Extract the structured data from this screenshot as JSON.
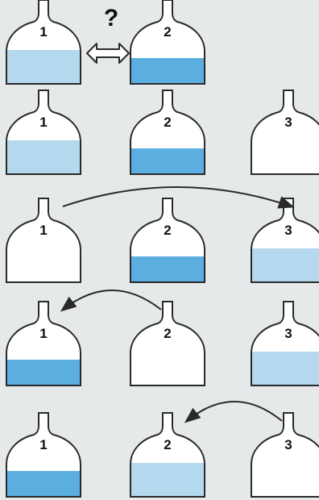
{
  "colors": {
    "background": "#e6e9ea",
    "flask_fill": "#ffffff",
    "outline": "#2a2a2a",
    "liquid_full": "#b4d8ee",
    "liquid_half": "#5aaee0"
  },
  "top_row": {
    "question_mark": "?",
    "swap_icon": "double-arrow-icon",
    "flasks": [
      {
        "label": "1",
        "liquid": "full"
      },
      {
        "label": "2",
        "liquid": "half"
      }
    ]
  },
  "steps": [
    {
      "flasks": [
        {
          "label": "1",
          "liquid": "full"
        },
        {
          "label": "2",
          "liquid": "half"
        },
        {
          "label": "3",
          "liquid": "empty"
        }
      ],
      "arrow": null
    },
    {
      "flasks": [
        {
          "label": "1",
          "liquid": "empty"
        },
        {
          "label": "2",
          "liquid": "half"
        },
        {
          "label": "3",
          "liquid": "full"
        }
      ],
      "arrow": {
        "from": "1",
        "to": "3"
      }
    },
    {
      "flasks": [
        {
          "label": "1",
          "liquid": "half"
        },
        {
          "label": "2",
          "liquid": "empty"
        },
        {
          "label": "3",
          "liquid": "full"
        }
      ],
      "arrow": {
        "from": "2",
        "to": "1"
      }
    },
    {
      "flasks": [
        {
          "label": "1",
          "liquid": "half"
        },
        {
          "label": "2",
          "liquid": "full"
        },
        {
          "label": "3",
          "liquid": "empty"
        }
      ],
      "arrow": {
        "from": "3",
        "to": "2"
      }
    }
  ]
}
